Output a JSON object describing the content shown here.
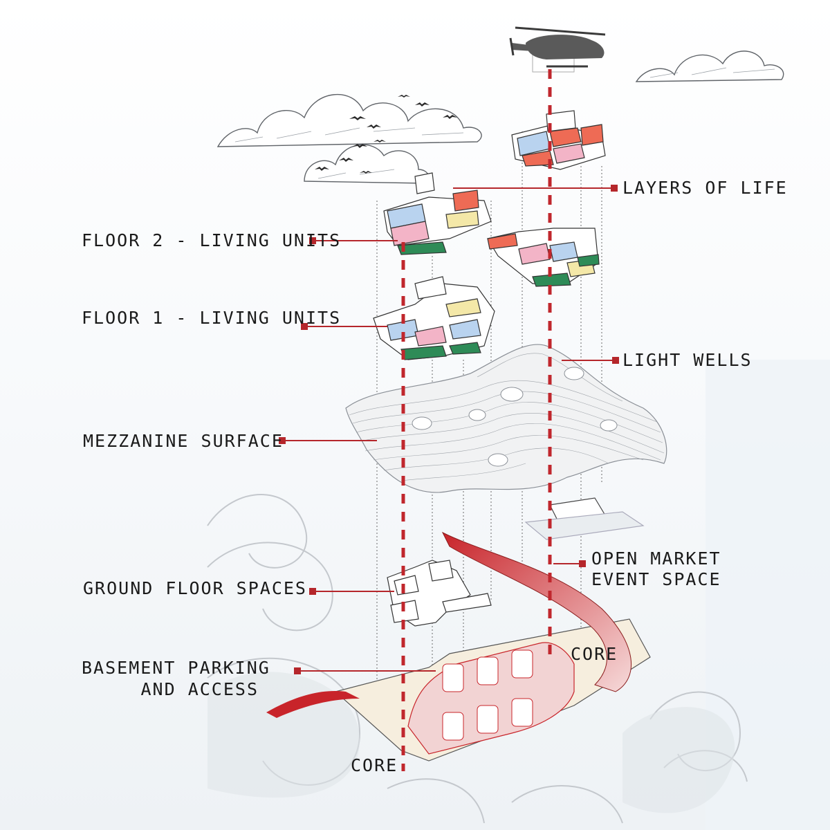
{
  "colors": {
    "leader": "#b5262b",
    "core": "#c0272d",
    "ramp": "#c8242a",
    "ramp_light": "#f2d3d3",
    "unit_blue": "#b9d3ef",
    "unit_red": "#ee6b55",
    "unit_pink": "#f3b4c7",
    "unit_yellow": "#f4e8a8",
    "unit_green": "#2e8b57",
    "surface": "#8a8f96",
    "sky": "#eef3f7"
  },
  "icons": [
    "helicopter-icon",
    "bird-icon",
    "cloud-icon",
    "wave-icon"
  ],
  "labels": {
    "layers_of_life": "LAYERS OF LIFE",
    "floor2": "FLOOR 2 - LIVING UNITS",
    "floor1": "FLOOR 1 - LIVING UNITS",
    "light_wells": "LIGHT WELLS",
    "mezzanine": "MEZZANINE SURFACE",
    "open_market_1": "OPEN MARKET",
    "open_market_2": "EVENT SPACE",
    "ground_floor": "GROUND FLOOR SPACES",
    "basement_1": "BASEMENT PARKING",
    "basement_2": "AND ACCESS",
    "core_right": "CORE",
    "core_left": "CORE"
  }
}
